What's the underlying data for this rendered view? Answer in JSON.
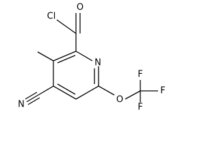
{
  "molecule": {
    "atoms": {
      "acyl_cl": "Cl",
      "carbonyl_o": "O",
      "ring_n": "N",
      "nitrile_n": "N",
      "ether_o": "O",
      "f_top": "F",
      "f_right": "F",
      "f_bottom": "F"
    }
  }
}
